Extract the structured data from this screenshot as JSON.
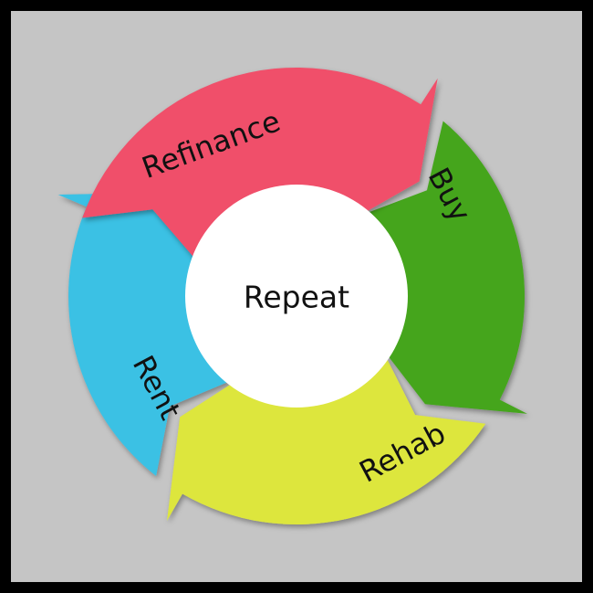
{
  "center_label": "Repeat",
  "segments": [
    {
      "id": "refinance",
      "label": "Refinance",
      "color": "#f0506a"
    },
    {
      "id": "buy",
      "label": "Buy",
      "color": "#44a51c"
    },
    {
      "id": "rehab",
      "label": "Rehab",
      "color": "#dde63d"
    },
    {
      "id": "rent",
      "label": "Rent",
      "color": "#3ac1e4"
    }
  ],
  "colors": {
    "background": "#c5c5c5",
    "frame": "#000000",
    "center": "#ffffff"
  }
}
